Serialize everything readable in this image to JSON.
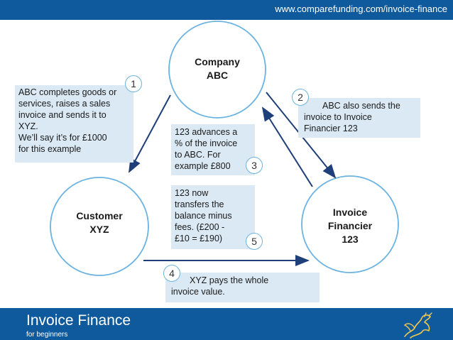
{
  "header": {
    "url": "www.comparefunding.com/invoice-finance"
  },
  "footer": {
    "title": "Invoice Finance",
    "subtitle": "for beginners"
  },
  "nodes": {
    "company": {
      "line1": "Company",
      "line2": "ABC"
    },
    "customer": {
      "line1": "Customer",
      "line2": "XYZ"
    },
    "financier": {
      "line1": "Invoice",
      "line2": "Financier",
      "line3": "123"
    }
  },
  "steps": [
    {
      "number": "1",
      "lines": [
        "ABC completes goods or",
        "services, raises a sales",
        "invoice and sends it to",
        "XYZ.",
        "We’ll say it’s for £1000",
        "for this example"
      ]
    },
    {
      "number": "2",
      "lines": [
        "ABC also sends the",
        "invoice to Invoice",
        "Financier 123"
      ]
    },
    {
      "number": "3",
      "lines": [
        "123 advances a",
        "% of the invoice",
        "to ABC. For",
        "example £800"
      ]
    },
    {
      "number": "4",
      "lines": [
        "XYZ pays the whole",
        "invoice value."
      ]
    },
    {
      "number": "5",
      "lines": [
        "123 now",
        "transfers the",
        "balance minus",
        "fees. (£200 -",
        "£10 = £190)"
      ]
    }
  ],
  "colors": {
    "brand": "#0f5a9c",
    "note_bg": "#dbe9f4",
    "circle_stroke": "#6bb3e0",
    "arrow": "#1f3f7a"
  }
}
